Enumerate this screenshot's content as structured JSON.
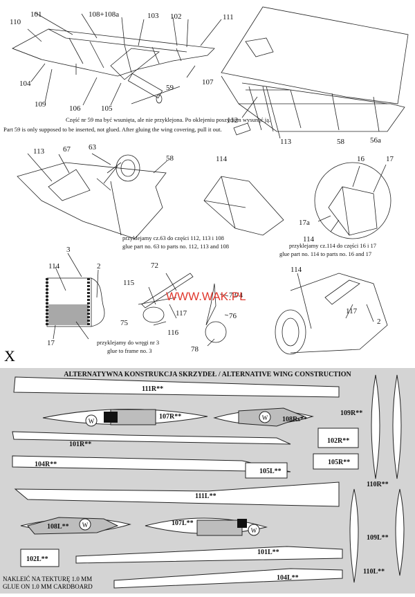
{
  "labels": {
    "l101": "101",
    "l108_108a": "108+108a",
    "l103": "103",
    "l102": "102",
    "l111": "111",
    "l110": "110",
    "l104": "104",
    "l109": "109",
    "l106": "106",
    "l105": "105",
    "l59": "59",
    "l107": "107",
    "l112": "112",
    "l113a": "113",
    "l58a": "58",
    "l56a": "56a",
    "l113b": "113",
    "l67": "67",
    "l63": "63",
    "l58b": "58",
    "l114a": "114",
    "l16": "16",
    "l17a_top": "17",
    "l17a": "17a",
    "l114b": "114",
    "l3": "3",
    "l114c": "114",
    "l2a": "2",
    "l72": "72",
    "l115": "115",
    "l73": "73",
    "l74": "74",
    "l75": "75",
    "l117a": "117",
    "l116": "116",
    "l76": "76",
    "l78": "78",
    "l17b": "17",
    "l114d": "114",
    "l117b": "117",
    "l2b": "2",
    "page_marker": "X"
  },
  "captions": {
    "part59_pl": "Część nr 59 ma być wsunięta, ale nie przyklejona. Po oklejeniu poszyciem wysunąć ją.",
    "part59_en": "Part 59 is only supposed to be inserted, not glued. After gluing the wing covering, pull it out.",
    "glue63_pl": "przyklejamy cz.63 do części 112, 113 i 108",
    "glue63_en": "glue part no. 63 to parts no. 112, 113 and 108",
    "glue114_pl": "przyklejamy cz.114 do części 16 i 17",
    "glue114_en": "glue part no. 114 to parts no. 16 and 17",
    "glue3_pl": "przyklejamy do wręgi nr 3",
    "glue3_en": "glue to frame no. 3"
  },
  "watermark": "WWW.WAK.PL",
  "cardboard": {
    "title": "ALTERNATYWNA KONSTRUKCJA SKRZYDEŁ / ALTERNATIVE WING CONSTRUCTION",
    "parts": {
      "p111R": "111R**",
      "p107R": "107R**",
      "p108Rs": "108Rs**",
      "p109R": "109R**",
      "p101R": "101R**",
      "p102R": "102R**",
      "p104R": "104R**",
      "p105R": "105R**",
      "p105L": "105L**",
      "p110R": "110R**",
      "p111L": "111L**",
      "p108L": "108L**",
      "p107L": "107L**",
      "p109L": "109L**",
      "p102L": "102L**",
      "p101L": "101L**",
      "p110L": "110L**",
      "p104L": "104L**"
    },
    "w_mark": "W",
    "note_pl": "NAKLEIĆ NA TEKTURĘ 1.0 MM",
    "note_en": "GLUE ON 1.0 MM CARDBOARD"
  },
  "colors": {
    "watermark": "#e03a2f",
    "cardboard_bg": "#d4d4d4",
    "part_fill": "#ffffff",
    "part_shade": "#bdbdbd"
  }
}
